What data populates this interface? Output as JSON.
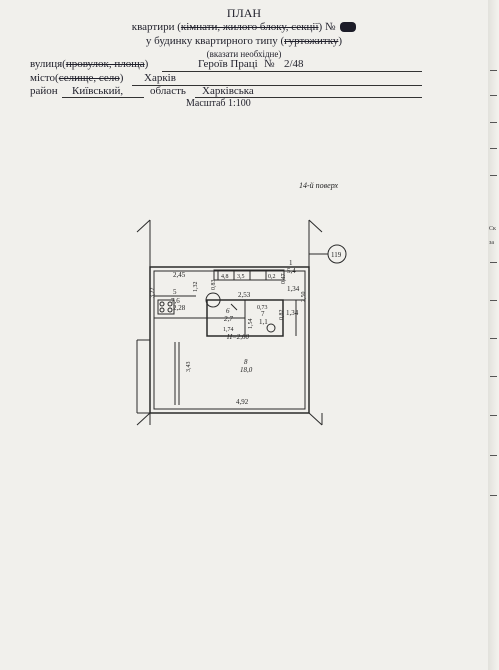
{
  "header": {
    "title": "ПЛАН",
    "line1_prefix": "квартири (",
    "line1_struck": "кімнати, жилого блоку, секції",
    "line1_suffix": ") №",
    "line2_prefix": "у будинку квартирного типу (",
    "line2_struck": "гуртожитку",
    "line2_suffix": ")",
    "note": "(вказати необхідне)"
  },
  "fields": {
    "street_label": "вулиця(",
    "street_struck": "провулок, площа",
    "street_label_end": ")",
    "street_value": "Героїв Праці",
    "number_label": "№",
    "number_value": "2/48",
    "city_label": "місто(",
    "city_struck": "селище, село",
    "city_label_end": ")",
    "city_value": "Харків",
    "district_label": "район",
    "district_value": "Київський,",
    "region_label": "область",
    "region_value": "Харківська",
    "scale": "Масштаб 1:100"
  },
  "plan": {
    "floor": "14-й поверх",
    "apartment_number": "119",
    "ceiling_height": "Н=2,60",
    "dims": {
      "top_left": "2,45",
      "top_a": "4,8",
      "top_b": "3,5",
      "top_c": "0,2",
      "left_room": "3,22",
      "left_lower": "3,43",
      "bottom": "4,92",
      "bath_width": "2,53",
      "right_room": "2,50",
      "kitchen_width": "2,28",
      "v_a": "0,83",
      "v_b": "1,32",
      "v_c": "0,47",
      "v_d": "0,73",
      "v_e": "0,82",
      "right_a": "1,34",
      "right_b": "1,34",
      "bath_dim": "1,74",
      "wc_dim": "1,54"
    },
    "rooms": [
      {
        "number": "5",
        "area": "7,6"
      },
      {
        "number": "6",
        "area": "2,7"
      },
      {
        "number": "7",
        "area": "1,1"
      },
      {
        "number": "1",
        "area": "5,4"
      },
      {
        "number": "8",
        "area": "18,0"
      }
    ]
  },
  "margin_labels": [
    "Ск",
    "за"
  ]
}
